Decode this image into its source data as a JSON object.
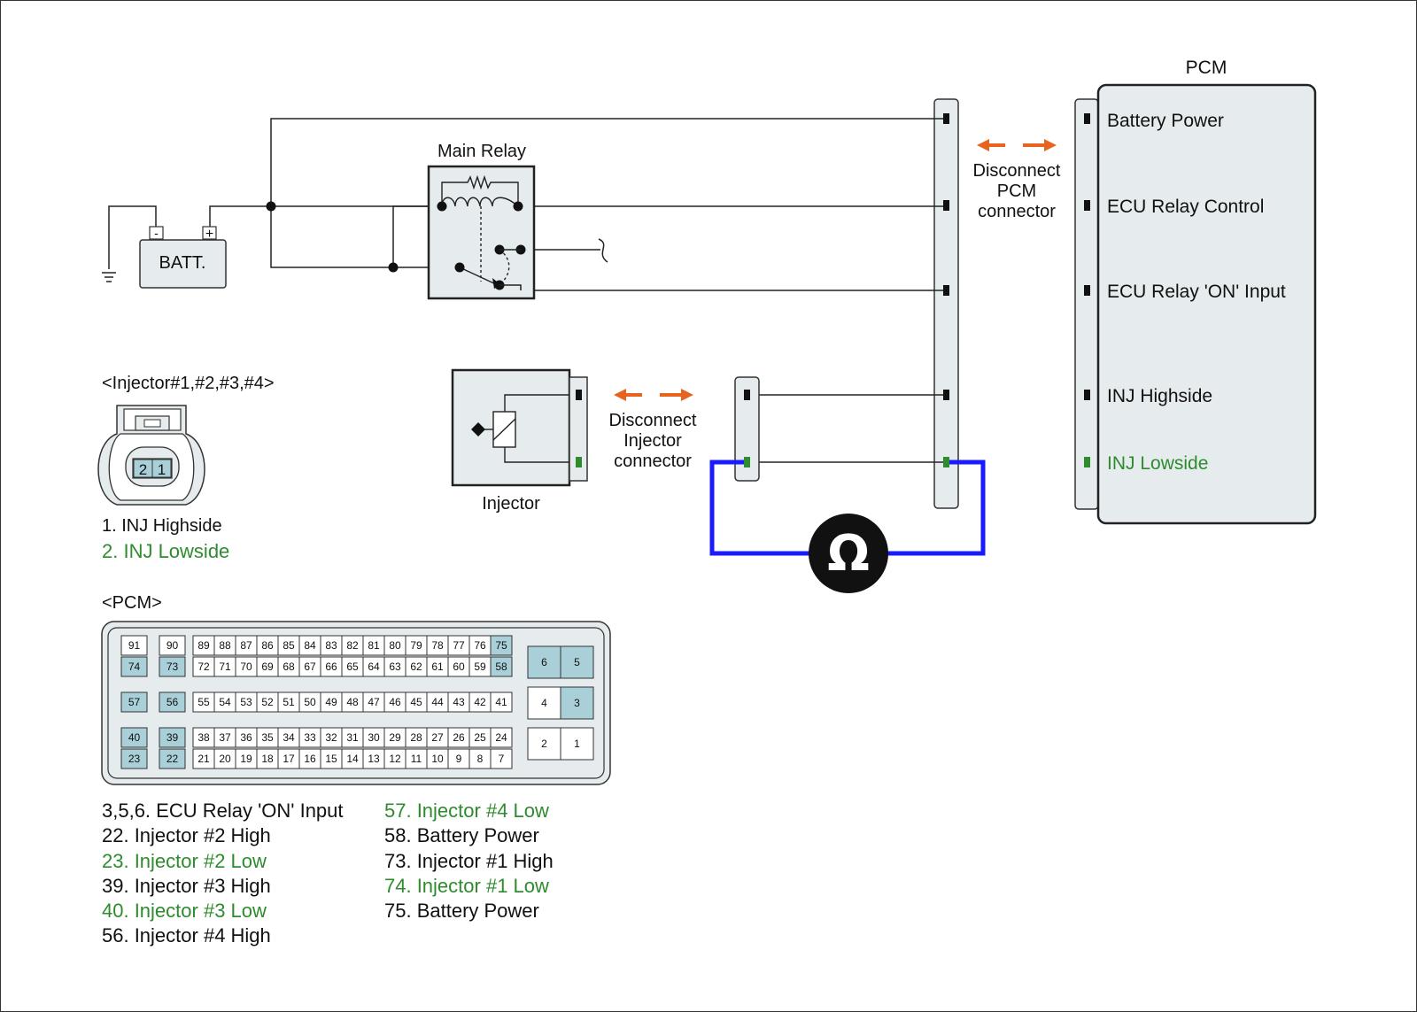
{
  "pcm_box": {
    "title": "PCM",
    "terminals": [
      "Battery Power",
      "ECU Relay Control",
      "ECU Relay 'ON' Input",
      "INJ Highside",
      "INJ Lowside"
    ]
  },
  "battery": {
    "label": "BATT.",
    "neg": "-",
    "pos": "+"
  },
  "main_relay": {
    "label": "Main Relay"
  },
  "disconnect_pcm": {
    "line1": "Disconnect",
    "line2": "PCM",
    "line3": "connector"
  },
  "disconnect_injector": {
    "line1": "Disconnect",
    "line2": "Injector",
    "line3": "connector"
  },
  "injector": {
    "label": "Injector"
  },
  "meter": {
    "symbol": "Ω"
  },
  "injector_connector": {
    "title": "<Injector#1,#2,#3,#4>",
    "pin_labels": [
      "2",
      "1"
    ],
    "legend": [
      "1. INJ Highside",
      "2. INJ Lowside"
    ]
  },
  "pcm_connector": {
    "title": "<PCM>",
    "col1": [
      "91",
      "74",
      "57",
      "40",
      "23"
    ],
    "col2": [
      "90",
      "73",
      "56",
      "39",
      "22"
    ],
    "row_a": [
      "89",
      "88",
      "87",
      "86",
      "85",
      "84",
      "83",
      "82",
      "81",
      "80",
      "79",
      "78",
      "77",
      "76",
      "75"
    ],
    "row_b": [
      "72",
      "71",
      "70",
      "69",
      "68",
      "67",
      "66",
      "65",
      "64",
      "63",
      "62",
      "61",
      "60",
      "59",
      "58"
    ],
    "row_c": [
      "55",
      "54",
      "53",
      "52",
      "51",
      "50",
      "49",
      "48",
      "47",
      "46",
      "45",
      "44",
      "43",
      "42",
      "41"
    ],
    "row_d": [
      "38",
      "37",
      "36",
      "35",
      "34",
      "33",
      "32",
      "31",
      "30",
      "29",
      "28",
      "27",
      "26",
      "25",
      "24"
    ],
    "row_e": [
      "21",
      "20",
      "19",
      "18",
      "17",
      "16",
      "15",
      "14",
      "13",
      "12",
      "11",
      "10",
      "9",
      "8",
      "7"
    ],
    "right": [
      "6",
      "5",
      "4",
      "3",
      "2",
      "1"
    ],
    "highlighted_pins": [
      "74",
      "73",
      "57",
      "56",
      "40",
      "39",
      "23",
      "22",
      "75",
      "58",
      "6",
      "5",
      "3"
    ],
    "highlight_color": "#a9cfd8"
  },
  "pcm_legend_left": [
    {
      "text": "3,5,6. ECU Relay 'ON' Input",
      "low": false
    },
    {
      "text": "22. Injector #2 High",
      "low": false
    },
    {
      "text": "23. Injector #2 Low",
      "low": true
    },
    {
      "text": "39. Injector #3 High",
      "low": false
    },
    {
      "text": "40. Injector #3 Low",
      "low": true
    },
    {
      "text": "56. Injector #4 High",
      "low": false
    }
  ],
  "pcm_legend_right": [
    {
      "text": "57. Injector #4 Low",
      "low": true
    },
    {
      "text": "58. Battery Power",
      "low": false
    },
    {
      "text": "73. Injector #1 High",
      "low": false
    },
    {
      "text": "74. Injector #1 Low",
      "low": true
    },
    {
      "text": "75. Battery Power",
      "low": false
    }
  ],
  "colors": {
    "lowside_green": "#2e8b2e",
    "meter_lead_blue": "#1a1aff",
    "arrow_orange": "#e8641e",
    "connector_fill": "#e6ebed"
  }
}
